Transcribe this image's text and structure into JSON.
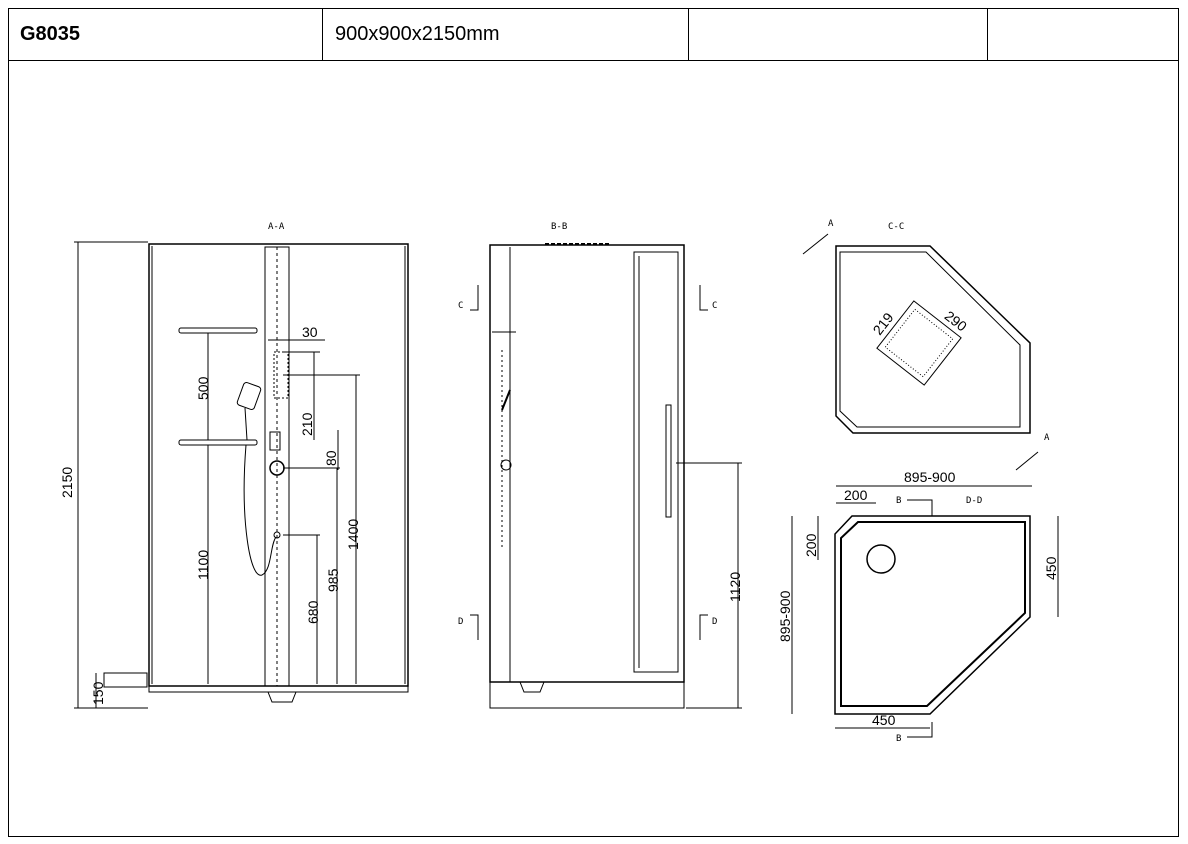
{
  "header": {
    "model": "G8035",
    "size": "900x900x2150mm",
    "cell3": "",
    "cell4": ""
  },
  "views": {
    "aa": {
      "title": "A-A"
    },
    "bb": {
      "title": "B-B"
    },
    "cc": {
      "title": "C-C"
    },
    "dd": {
      "title": "D-D"
    }
  },
  "section_marks": {
    "a": "A",
    "b": "B",
    "c": "C",
    "d": "D"
  },
  "dimensions": {
    "total_height": "2150",
    "base_height": "150",
    "shelf_spacing": "500",
    "shelf_height": "1100",
    "head_offset": "30",
    "panel_height": "210",
    "control_offset": "80",
    "top_height": "1400",
    "mixer_height": "985",
    "hose_height": "680",
    "door_height": "1120",
    "head_width": "219",
    "head_depth": "290",
    "tray_width": "895-900",
    "tray_depth": "895-900",
    "corner_x": "200",
    "corner_y": "200",
    "side_a": "450",
    "side_b": "450"
  },
  "colors": {
    "line": "#000000",
    "background": "#ffffff"
  }
}
